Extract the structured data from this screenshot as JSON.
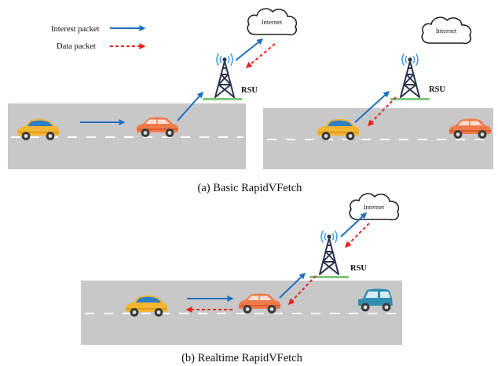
{
  "legend": {
    "interest_label": "Interest packet",
    "data_label": "Data packet"
  },
  "labels": {
    "cloud": "Internet",
    "rsu": "RSU"
  },
  "captions": {
    "a": "(a) Basic RapidVFetch",
    "b": "(b) Realtime RapidVFetch"
  },
  "colors": {
    "interest": "#1f6fbf",
    "data": "#e8231f",
    "road": "#c8c8c8",
    "lane_mark": "#ffffff",
    "rsu_pad": "#7ec87e",
    "tower": "#2a3550",
    "signal": "#4aa3df",
    "car_yellow": "#f2b632",
    "car_orange": "#f07a4a",
    "car_teal": "#2e8fb0"
  }
}
